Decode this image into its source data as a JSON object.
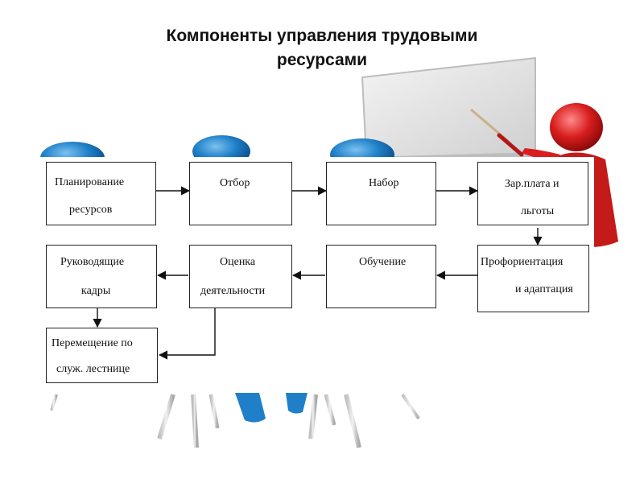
{
  "slide": {
    "title_line1": "Компоненты управления трудовыми",
    "title_line2": "ресурсами"
  },
  "diagram": {
    "planning": {
      "line1": "Планирование",
      "line2": "ресурсов"
    },
    "selection": {
      "line1": "Отбор"
    },
    "hiring": {
      "line1": "Набор"
    },
    "pay": {
      "line1": "Зар.плата и",
      "line2": "льготы"
    },
    "orientation": {
      "line1": "Профориентация",
      "line2": "и адаптация"
    },
    "training": {
      "line1": "Обучение"
    },
    "evaluation": {
      "line1": "Оценка",
      "line2": "деятельности"
    },
    "leaders": {
      "line1": "Руководящие",
      "line2": "кадры"
    },
    "promotion": {
      "line1": "Перемещение по",
      "line2": "служ. лестнице"
    }
  },
  "colors": {
    "figure_blue": "#1f7fc8",
    "figure_red": "#d81e1e",
    "board_gray": "#d9d9d9"
  }
}
